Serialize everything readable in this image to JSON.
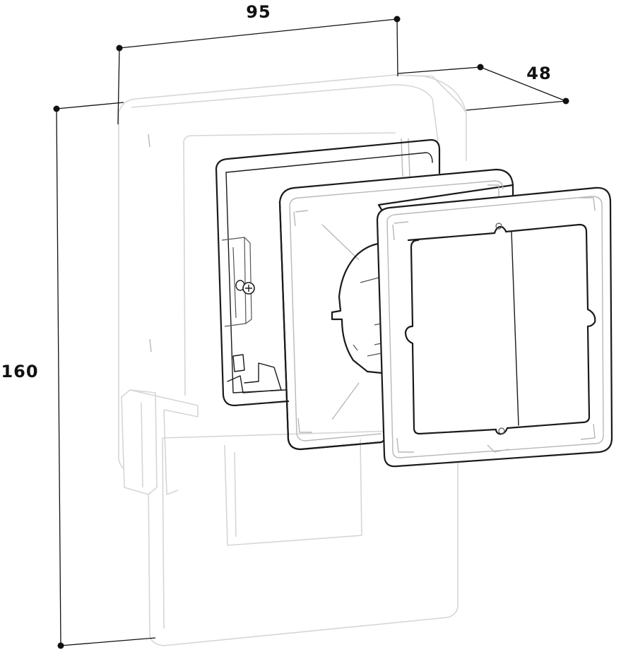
{
  "dimensions": {
    "width": "95",
    "depth": "48",
    "height": "160"
  },
  "colors": {
    "ink": "#111111",
    "faint_housing": "#d6d6d6",
    "background": "#ffffff"
  }
}
